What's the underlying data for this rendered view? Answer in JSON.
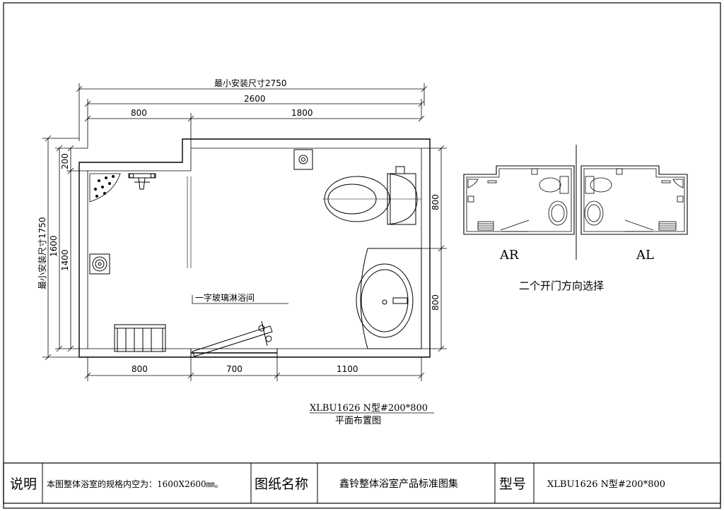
{
  "plan": {
    "dim_min_install_width": "最小安装尺寸2750",
    "dim_total_width": "2600",
    "dim_top_left": "800",
    "dim_top_right": "1800",
    "dim_min_install_height": "最小安装尺寸1750",
    "dim_height_1600": "1600",
    "dim_height_1400": "1400",
    "dim_offset_200": "200",
    "dim_right_upper": "800",
    "dim_right_lower": "800",
    "dim_bottom_left": "800",
    "dim_bottom_door": "700",
    "dim_bottom_right": "1100",
    "label_glass_door": "一字玻璃淋浴间",
    "model_title": "XLBU1626 N型#200*800",
    "plan_subtitle": "平面布置图"
  },
  "options": {
    "label_ar": "AR",
    "label_al": "AL",
    "caption": "二个开门方向选择"
  },
  "title_block": {
    "note_label": "说明",
    "note_text": "本图整体浴室的规格内空为：1600X2600㎜。",
    "drawing_name_label": "图纸名称",
    "drawing_name_value": "鑫铃整体浴室产品标准图集",
    "model_label": "型号",
    "model_value": "XLBU1626 N型#200*800"
  }
}
